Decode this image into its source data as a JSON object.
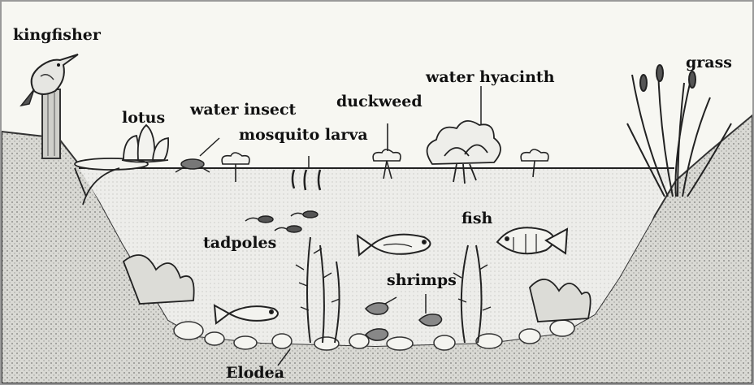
{
  "labels": {
    "kingfisher": "kingfisher",
    "lotus": "lotus",
    "water_insect": "water insect",
    "mosquito_larva": "mosquito larva",
    "duckweed": "duckweed",
    "water_hyacinth": "water hyacinth",
    "grass": "grass",
    "tadpoles": "tadpoles",
    "fish": "fish",
    "shrimps": "shrimps",
    "elodea": "Elodea"
  }
}
